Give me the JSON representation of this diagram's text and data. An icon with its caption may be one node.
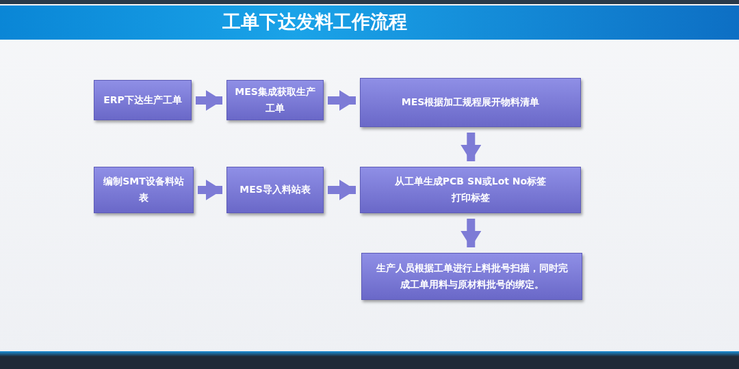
{
  "diagram": {
    "title": "工单下达发料工作流程",
    "nodes": [
      {
        "text": [
          "ERP下达生产工单"
        ]
      },
      {
        "text": [
          "MES集成获取生产工单"
        ]
      },
      {
        "text": [
          "MES根据加工规程展开物料清单"
        ]
      },
      {
        "text": [
          "编制SMT设备料站表"
        ]
      },
      {
        "text": [
          "MES导入料站表"
        ]
      },
      {
        "text": [
          "从工单生成PCB SN或Lot No标签",
          "打印标签"
        ]
      },
      {
        "text": [
          "生产人员根据工单进行上料批号扫描，同时完成工单用料与原材料批号的绑定。"
        ]
      }
    ],
    "edges": [
      {
        "from": 0,
        "to": 1,
        "arrow": "to"
      },
      {
        "from": 1,
        "to": 2,
        "arrow": "to"
      },
      {
        "from": 2,
        "to": 5,
        "arrow": "to"
      },
      {
        "from": 3,
        "to": 4,
        "arrow": "to"
      },
      {
        "from": 4,
        "to": 5,
        "arrow": "to"
      },
      {
        "from": 5,
        "to": 6,
        "arrow": "to"
      }
    ]
  }
}
